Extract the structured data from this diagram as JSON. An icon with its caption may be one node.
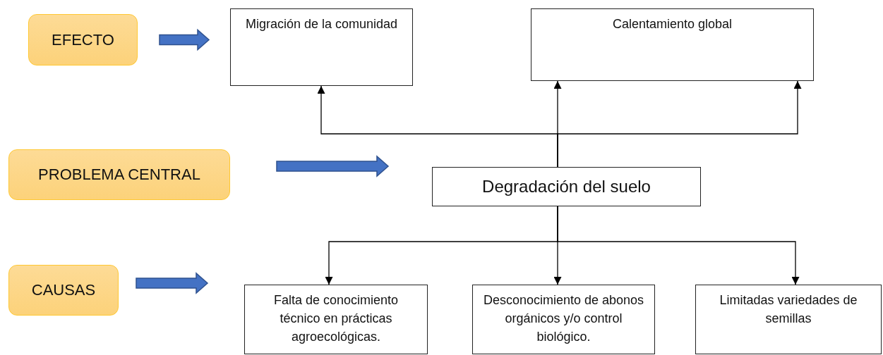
{
  "diagram": {
    "nodes": [
      {
        "text": [
          "EFECTO"
        ]
      },
      {
        "text": [
          "Migración de la comunidad"
        ]
      },
      {
        "text": [
          "Calentamiento global"
        ]
      },
      {
        "text": [
          "PROBLEMA CENTRAL"
        ]
      },
      {
        "text": [
          "Degradación del suelo"
        ]
      },
      {
        "text": [
          "CAUSAS"
        ]
      },
      {
        "text": [
          "Falta de conocimiento técnico en prácticas agroecológicas."
        ]
      },
      {
        "text": [
          "Desconocimiento de abonos orgánicos y/o control biológico."
        ]
      },
      {
        "text": [
          "Limitadas variedades de semillas"
        ]
      }
    ],
    "edges": [
      {
        "from": 0,
        "to": 1,
        "arrow": "to",
        "style": "thick",
        "color": "#4472c4"
      },
      {
        "from": 3,
        "to": 4,
        "arrow": "to",
        "style": "thick",
        "color": "#4472c4"
      },
      {
        "from": 5,
        "to": 6,
        "arrow": "to",
        "style": "thick",
        "color": "#4472c4"
      },
      {
        "from": 4,
        "to": 1,
        "arrow": "to"
      },
      {
        "from": 4,
        "to": 2,
        "arrow": "to"
      },
      {
        "from": 4,
        "to": 2,
        "arrow": "to"
      },
      {
        "from": 4,
        "to": 6,
        "arrow": "to"
      },
      {
        "from": 4,
        "to": 7,
        "arrow": "to"
      },
      {
        "from": 4,
        "to": 8,
        "arrow": "to"
      }
    ]
  }
}
